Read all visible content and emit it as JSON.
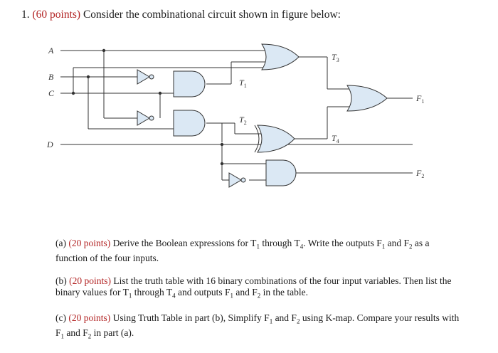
{
  "question": {
    "number": "1.",
    "points": "(60 points)",
    "prompt": "Consider the combinational circuit shown in figure below:"
  },
  "circuit": {
    "inputs": [
      "A",
      "B",
      "C",
      "D"
    ],
    "wires": {
      "t1": "T",
      "t2": "T",
      "t3": "T",
      "t4": "T",
      "f1": "F",
      "f2": "F"
    },
    "subscripts": {
      "t1": "1",
      "t2": "2",
      "t3": "3",
      "t4": "4",
      "f1": "1",
      "f2": "2"
    }
  },
  "parts": {
    "a": {
      "label": "(a)",
      "points": "(20 points)",
      "text1": "Derive the Boolean expressions for T",
      "sub1": "1",
      "text2": " through T",
      "sub2": "4",
      "text3": ". Write the outputs F",
      "sub3": "1",
      "text4": " and F",
      "sub4": "2",
      "text5": " as a function of the four inputs."
    },
    "b": {
      "label": "(b)",
      "points": "(20 points)",
      "text1": "List the truth table with 16 binary combinations of the four input variables. Then list the binary values for T",
      "sub1": "1",
      "text2": " through T",
      "sub2": "4",
      "text3": " and outputs F",
      "sub3": "1",
      "text4": " and F",
      "sub4": "2",
      "text5": " in the table."
    },
    "c": {
      "label": "(c)",
      "points": "(20 points)",
      "text1": "Using Truth Table in part (b), Simplify F",
      "sub1": "1",
      "text2": " and F",
      "sub2": "2",
      "text3": " using K-map. Compare your results with F",
      "sub3": "1",
      "text4": " and F",
      "sub4": "2",
      "text5": " in part (a)."
    }
  },
  "colors": {
    "gate_fill": "#dbe8f4",
    "line": "#333333",
    "points_red": "#b22222"
  }
}
